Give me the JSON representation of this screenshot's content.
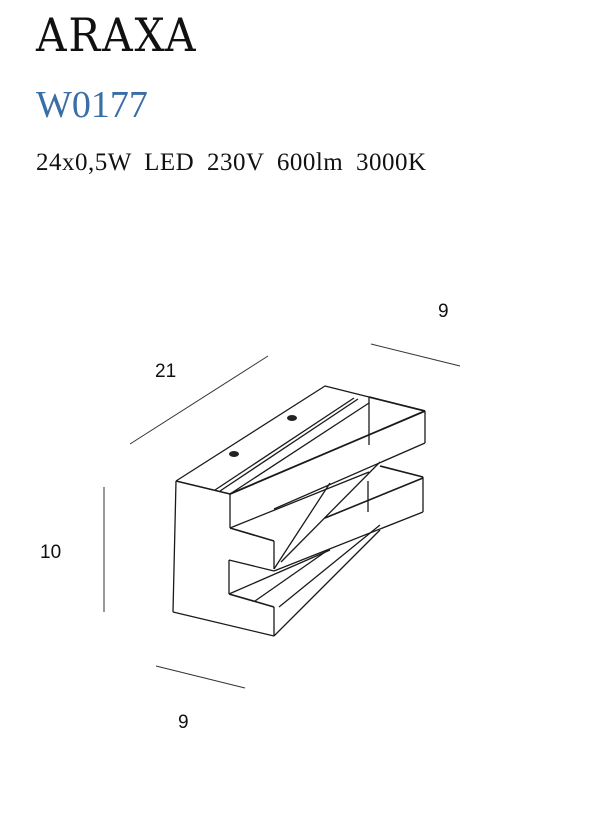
{
  "header": {
    "title": "ARAXA",
    "code": "W0177",
    "specs": "24x0,5W  LED  230V  600lm  3000K"
  },
  "dimensions": {
    "depth_top": "9",
    "length": "21",
    "height": "10",
    "depth_bottom": "9"
  },
  "colors": {
    "code": "#3a6ea5",
    "text": "#111111",
    "line": "#1a1a1a"
  }
}
